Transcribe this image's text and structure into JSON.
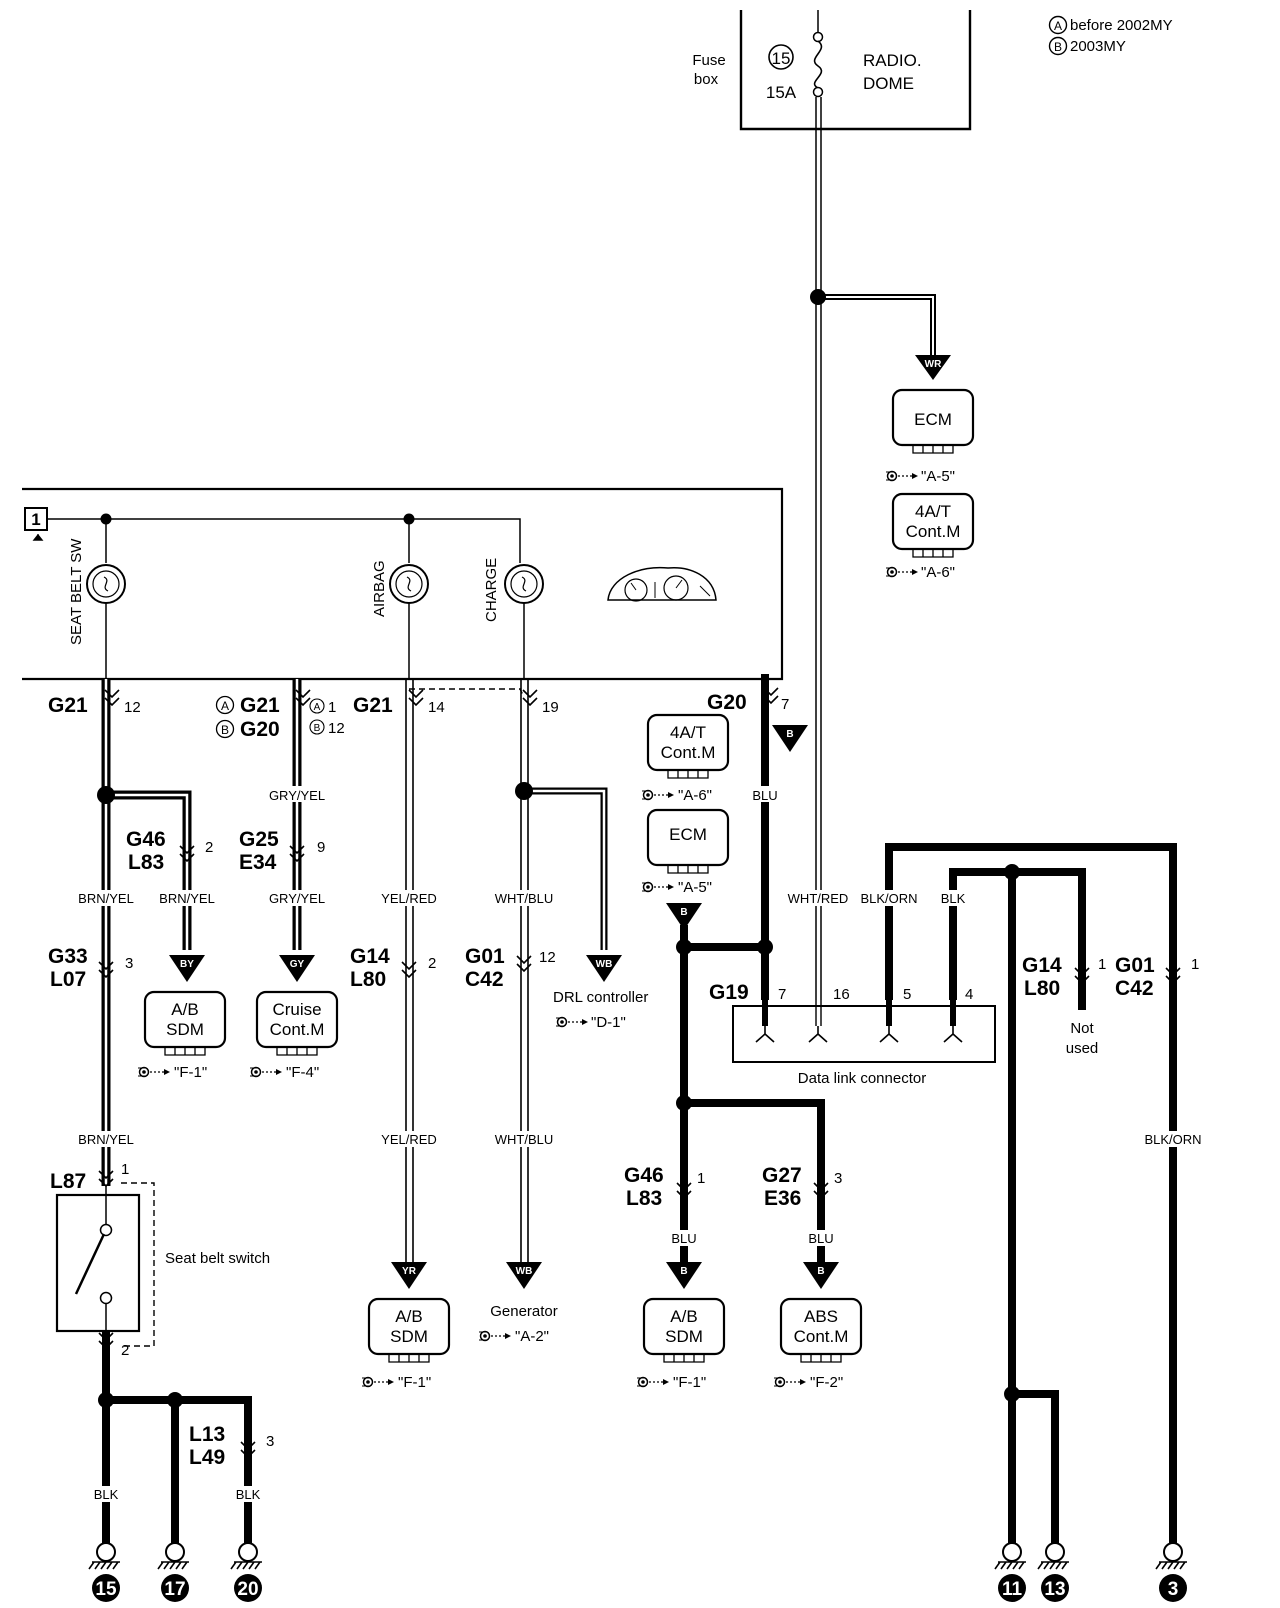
{
  "legend": {
    "a_marker": "A",
    "a_text": "before 2002MY",
    "b_marker": "B",
    "b_text": "2003MY"
  },
  "fuse": {
    "box_label_1": "Fuse",
    "box_label_2": "box",
    "number": "15",
    "rating": "15A",
    "name_1": "RADIO.",
    "name_2": "DOME"
  },
  "meter": {
    "connector_number": "1",
    "lamps": [
      {
        "name": "SEAT BELT SW"
      },
      {
        "name": "AIRBAG"
      },
      {
        "name": "CHARGE"
      }
    ]
  },
  "connectors": {
    "g21_a": "G21",
    "g21_a_pin": "12",
    "g21_b": "G21",
    "g20_b": "G20",
    "g21_b_pin_a": "1",
    "g21_b_pin_b": "12",
    "g21_c": "G21",
    "g21_c_pin": "14",
    "g21_d_pin": "19",
    "g20": "G20",
    "g20_pin": "7",
    "g46_a": "G46",
    "l83_a": "L83",
    "g46_a_pin": "2",
    "g25": "G25",
    "e34": "E34",
    "g25_pin": "9",
    "g33": "G33",
    "l07": "L07",
    "g33_pin": "3",
    "g14_a": "G14",
    "l80_a": "L80",
    "g14_a_pin": "2",
    "g01_a": "G01",
    "c42_a": "C42",
    "g01_a_pin": "12",
    "g19": "G19",
    "g19_pin_7": "7",
    "g19_pin_16": "16",
    "g19_pin_5": "5",
    "g19_pin_4": "4",
    "g14_b": "G14",
    "l80_b": "L80",
    "g14_b_pin": "1",
    "g01_b": "G01",
    "c42_b": "C42",
    "g01_b_pin": "1",
    "l87": "L87",
    "l87_pin_1": "1",
    "l87_pin_2": "2",
    "g46_b": "G46",
    "l83_b": "L83",
    "g46_b_pin": "1",
    "g27": "G27",
    "e36": "E36",
    "g27_pin": "3",
    "l13": "L13",
    "l49": "L49",
    "l13_pin": "3"
  },
  "wires": {
    "gry_yel_1": "GRY/YEL",
    "gry_yel_2": "GRY/YEL",
    "brn_yel_1": "BRN/YEL",
    "brn_yel_2": "BRN/YEL",
    "brn_yel_3": "BRN/YEL",
    "yel_red_1": "YEL/RED",
    "yel_red_2": "YEL/RED",
    "wht_blu_1": "WHT/BLU",
    "wht_blu_2": "WHT/BLU",
    "blu_1": "BLU",
    "blu_2": "BLU",
    "blu_3": "BLU",
    "wht_red": "WHT/RED",
    "blk_orn_1": "BLK/ORN",
    "blk_orn_2": "BLK/ORN",
    "blk_1": "BLK",
    "blk_2": "BLK",
    "blk_3": "BLK"
  },
  "triangles": {
    "wr": "WR",
    "b_g20": "B",
    "by": "BY",
    "gy": "GY",
    "wb_drl": "WB",
    "b_ecm": "B",
    "yr": "YR",
    "wb_gen": "WB",
    "b_sdm": "B",
    "b_abs": "B"
  },
  "components": {
    "ecm_top": {
      "line1": "ECM",
      "ref": "\"A-5\""
    },
    "at_top": {
      "line1": "4A/T",
      "line2": "Cont.M",
      "ref": "\"A-6\""
    },
    "at_mid": {
      "line1": "4A/T",
      "line2": "Cont.M",
      "ref": "\"A-6\""
    },
    "ecm_mid": {
      "line1": "ECM",
      "ref": "\"A-5\""
    },
    "ab_sdm_1": {
      "line1": "A/B",
      "line2": "SDM",
      "ref": "\"F-1\""
    },
    "cruise": {
      "line1": "Cruise",
      "line2": "Cont.M",
      "ref": "\"F-4\""
    },
    "drl": {
      "name": "DRL controller",
      "ref": "\"D-1\""
    },
    "ab_sdm_2": {
      "line1": "A/B",
      "line2": "SDM",
      "ref": "\"F-1\""
    },
    "generator": {
      "name": "Generator",
      "ref": "\"A-2\""
    },
    "ab_sdm_3": {
      "line1": "A/B",
      "line2": "SDM",
      "ref": "\"F-1\""
    },
    "abs": {
      "line1": "ABS",
      "line2": "Cont.M",
      "ref": "\"F-2\""
    },
    "dlc": {
      "name": "Data link connector"
    },
    "seat_belt_switch": {
      "name": "Seat belt switch"
    },
    "not_used_1": "Not",
    "not_used_2": "used"
  },
  "grounds": [
    "15",
    "17",
    "20",
    "11",
    "13",
    "3"
  ]
}
